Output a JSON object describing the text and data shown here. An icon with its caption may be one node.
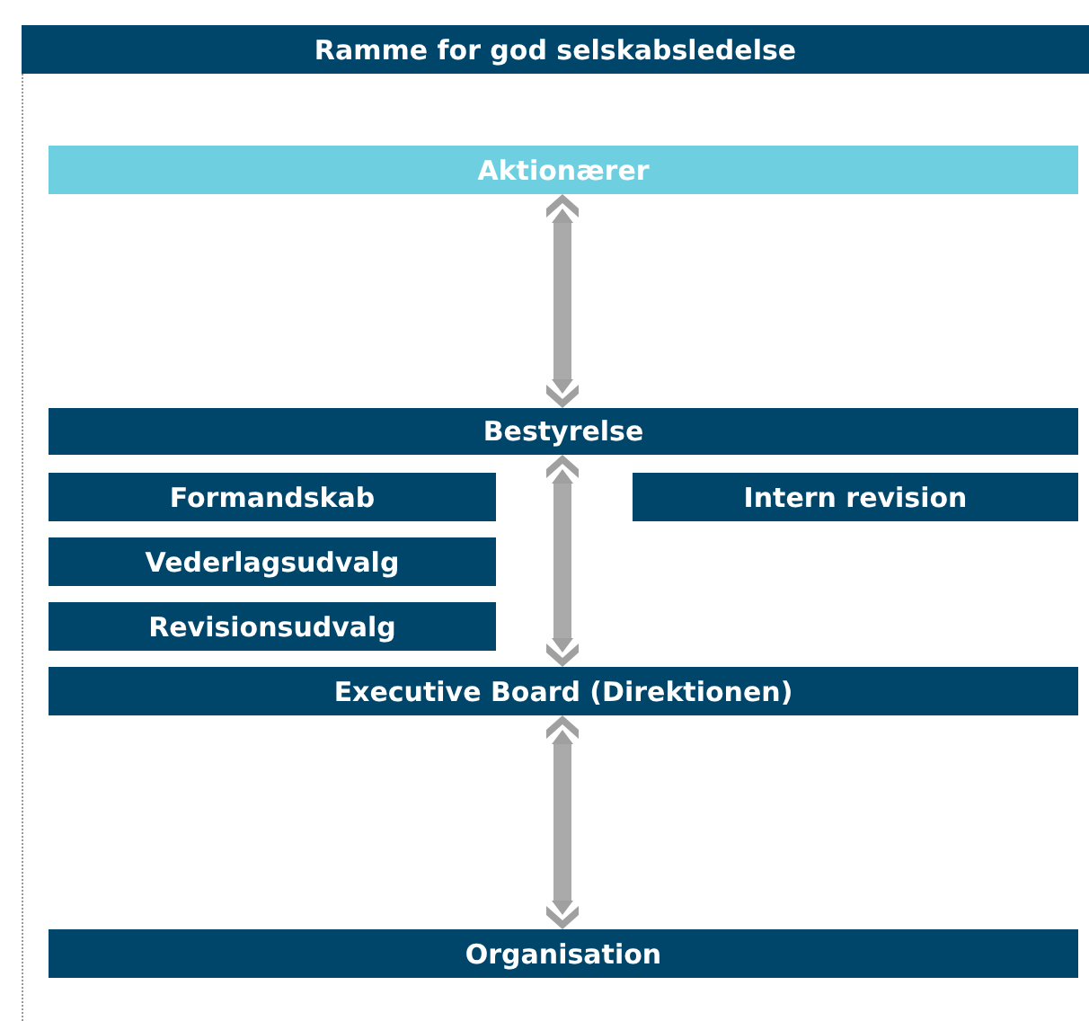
{
  "diagram": {
    "nodes": [
      {
        "text": [
          "Ramme for god selskabsledelse"
        ]
      },
      {
        "text": [
          "Aktionærer"
        ]
      },
      {
        "text": [
          "Bestyrelse"
        ]
      },
      {
        "text": [
          "Formandskab"
        ]
      },
      {
        "text": [
          "Intern revision"
        ]
      },
      {
        "text": [
          "Vederlagsudvalg"
        ]
      },
      {
        "text": [
          "Revisionsudvalg"
        ]
      },
      {
        "text": [
          "Executive Board (Direktionen)"
        ]
      },
      {
        "text": [
          "Organisation"
        ]
      }
    ],
    "edges": [
      {
        "from": 1,
        "to": 2,
        "arrow": "both"
      },
      {
        "from": 2,
        "to": 7,
        "arrow": "both"
      },
      {
        "from": 7,
        "to": 8,
        "arrow": "both"
      }
    ]
  }
}
